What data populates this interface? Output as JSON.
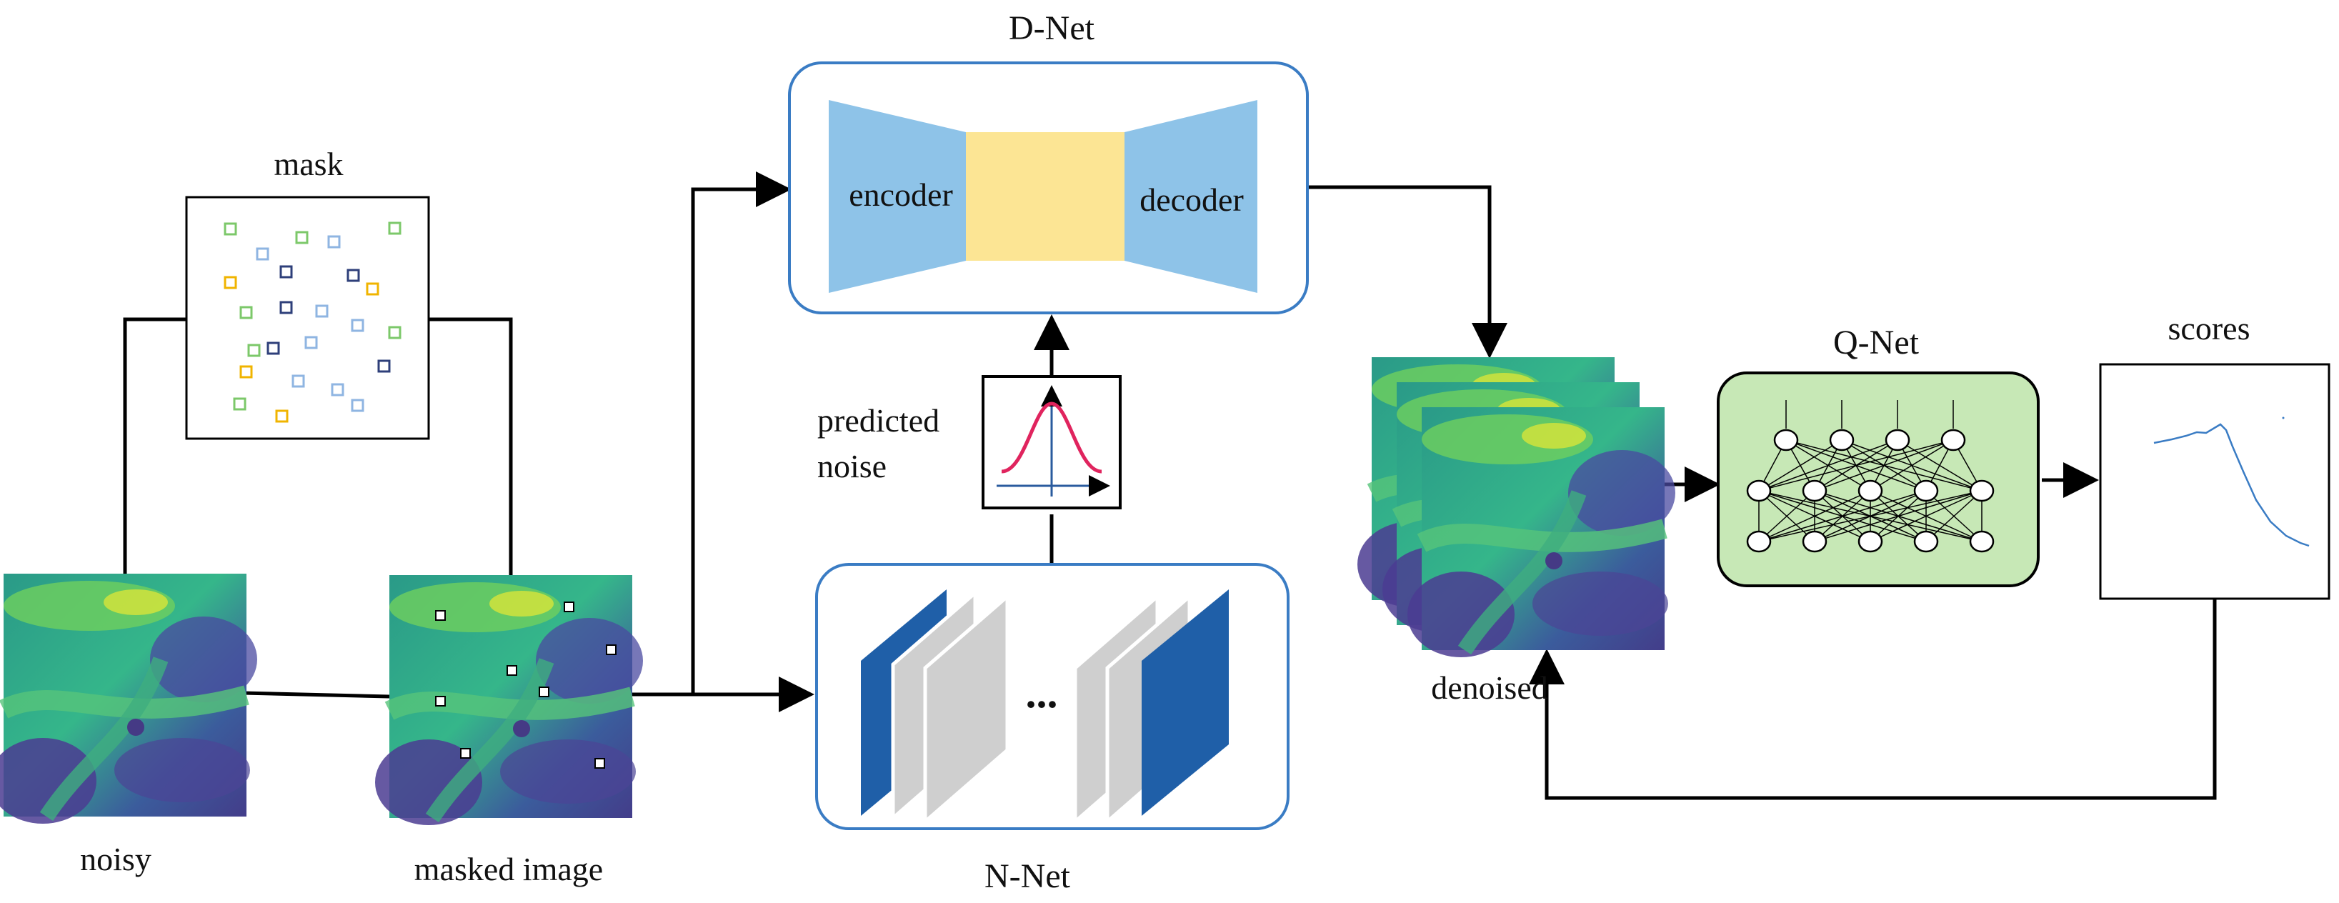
{
  "labels": {
    "mask": "mask",
    "noisy": "noisy",
    "masked_image": "masked image",
    "d_net": "D-Net",
    "encoder": "encoder",
    "decoder": "decoder",
    "predicted_noise_line1": "predicted",
    "predicted_noise_line2": "noise",
    "n_net": "N-Net",
    "ellipsis": "...",
    "denoised": "denoised",
    "q_net": "Q-Net",
    "scores": "scores"
  },
  "colors": {
    "encoder_decoder_blue": "#8ec3e8",
    "bottleneck_yellow": "#fce594",
    "module_border_blue": "#3a7cc4",
    "conv_dark_blue": "#1f5fa8",
    "conv_gray": "#cfcfcf",
    "qnet_green": "#c7e8b6",
    "gaussian_pink": "#e0245e",
    "axis_blue": "#2a5b9e",
    "mask_green": "#7cc86a",
    "mask_lightblue": "#8fb5e2",
    "mask_navy": "#2e3f7a",
    "mask_yellow": "#f0b400"
  },
  "icons": {
    "noise_plot": "gaussian-bell-curve-icon",
    "network": "neural-network-icon",
    "score_curve": "line-plot-icon"
  }
}
